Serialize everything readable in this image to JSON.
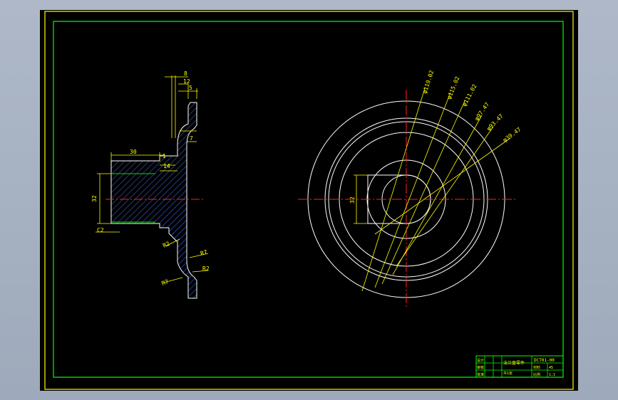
{
  "colors": {
    "background": "#000000",
    "frame_outer": "#ffff00",
    "frame_inner": "#00ff00",
    "geometry": "#ffffff",
    "hatch": "#3a5fd6",
    "centerline": "#ff2020",
    "dimension": "#ffff00"
  },
  "section_view": {
    "dims": {
      "top_8": "8",
      "top_12": "12",
      "top_5": "5",
      "web_7": "7",
      "hub_30": "30",
      "hub_1": "1",
      "hub_14": "14",
      "bore_32": "32",
      "chamfer_c2": "C2",
      "fillet_r2": "R2",
      "fillet_r7_right": "R7",
      "fillet_r2_right": "R2",
      "fillet_r7_left": "R7"
    }
  },
  "front_view": {
    "dims": {
      "d1": "φ119.02",
      "d2": "φ115.02",
      "d3": "φ111.02",
      "d4": "φ97.47",
      "d5": "φ93.47",
      "d6": "φ39.47"
    },
    "keyway_32": "32"
  },
  "title_block": {
    "drawing_name": "法兰盘零件",
    "code": "DCT01-00",
    "material_label": "材料",
    "material": "45",
    "scale_label": "比例",
    "scale": "1:1",
    "sheet_label": "共1张",
    "designer_label": "设计",
    "checker_label": "审核",
    "approver_label": "批准"
  }
}
